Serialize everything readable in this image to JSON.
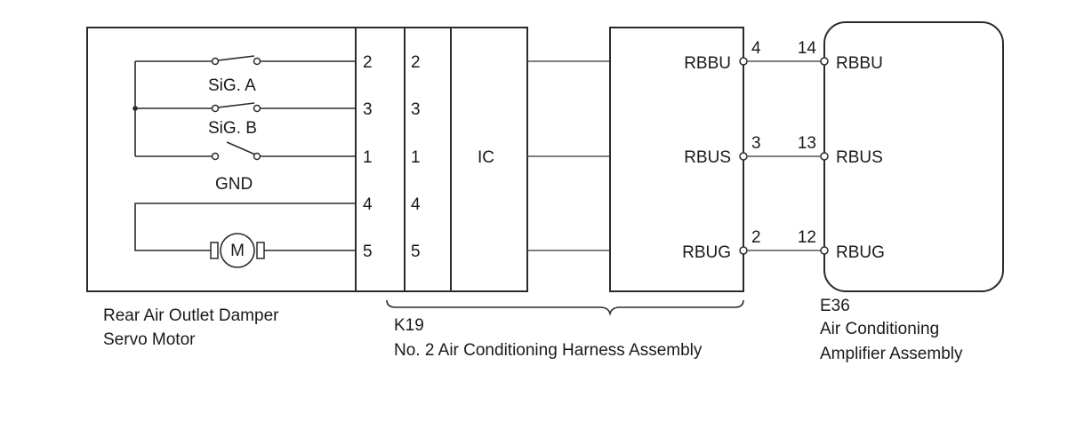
{
  "motor_component": {
    "switch_labels": [
      "SiG. A",
      "SiG. B",
      "GND"
    ],
    "motor_symbol": "M",
    "pin_numbers": [
      "2",
      "3",
      "1",
      "4",
      "5"
    ],
    "caption_line1": "Rear Air Outlet Damper",
    "caption_line2": "Servo Motor"
  },
  "harness": {
    "connector_pins": [
      "2",
      "3",
      "1",
      "4",
      "5"
    ],
    "ic_label": "IC",
    "connector_code": "K19",
    "caption": "No. 2 Air Conditioning Harness Assembly",
    "signals": [
      {
        "name": "RBBU",
        "pin": "4"
      },
      {
        "name": "RBUS",
        "pin": "3"
      },
      {
        "name": "RBUG",
        "pin": "2"
      }
    ]
  },
  "amplifier": {
    "connector_code": "E36",
    "caption_line1": "Air Conditioning",
    "caption_line2": "Amplifier Assembly",
    "signals": [
      {
        "name": "RBBU",
        "pin": "14"
      },
      {
        "name": "RBUS",
        "pin": "13"
      },
      {
        "name": "RBUG",
        "pin": "12"
      }
    ]
  }
}
